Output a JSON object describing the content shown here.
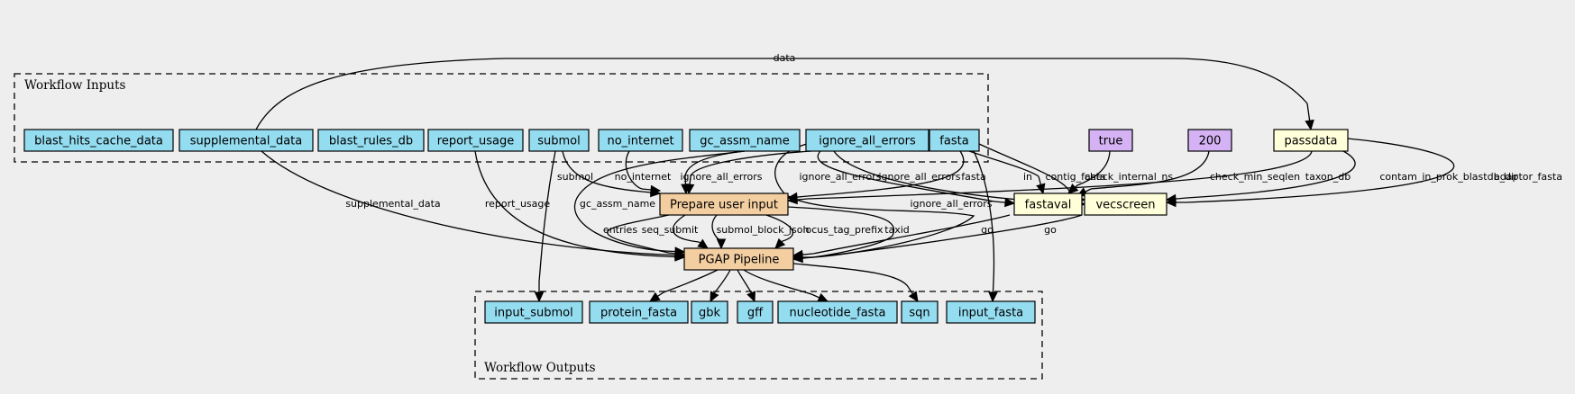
{
  "colors": {
    "background": "#eeeeee",
    "io": "#94dcf0",
    "step": "#f3cea1",
    "tool": "#ffffd9",
    "param": "#d4b2f4"
  },
  "clusters": {
    "inputs": {
      "label": "Workflow Inputs"
    },
    "outputs": {
      "label": "Workflow Outputs"
    }
  },
  "nodes": [
    {
      "id": "blast_hits_cache_data",
      "label": "blast_hits_cache_data",
      "kind": "io"
    },
    {
      "id": "supplemental_data",
      "label": "supplemental_data",
      "kind": "io"
    },
    {
      "id": "blast_rules_db",
      "label": "blast_rules_db",
      "kind": "io"
    },
    {
      "id": "report_usage",
      "label": "report_usage",
      "kind": "io"
    },
    {
      "id": "submol",
      "label": "submol",
      "kind": "io"
    },
    {
      "id": "no_internet",
      "label": "no_internet",
      "kind": "io"
    },
    {
      "id": "gc_assm_name",
      "label": "gc_assm_name",
      "kind": "io"
    },
    {
      "id": "ignore_all_errors",
      "label": "ignore_all_errors",
      "kind": "io"
    },
    {
      "id": "fasta",
      "label": "fasta",
      "kind": "io"
    },
    {
      "id": "true",
      "label": "true",
      "kind": "param"
    },
    {
      "id": "200",
      "label": "200",
      "kind": "param"
    },
    {
      "id": "passdata",
      "label": "passdata",
      "kind": "tool"
    },
    {
      "id": "prepare",
      "label": "Prepare user input",
      "kind": "step"
    },
    {
      "id": "fastaval",
      "label": "fastaval",
      "kind": "tool"
    },
    {
      "id": "vecscreen",
      "label": "vecscreen",
      "kind": "tool"
    },
    {
      "id": "pgap",
      "label": "PGAP Pipeline",
      "kind": "step"
    },
    {
      "id": "input_submol",
      "label": "input_submol",
      "kind": "io"
    },
    {
      "id": "protein_fasta",
      "label": "protein_fasta",
      "kind": "io"
    },
    {
      "id": "gbk",
      "label": "gbk",
      "kind": "io"
    },
    {
      "id": "gff",
      "label": "gff",
      "kind": "io"
    },
    {
      "id": "nucleotide_fasta",
      "label": "nucleotide_fasta",
      "kind": "io"
    },
    {
      "id": "sqn",
      "label": "sqn",
      "kind": "io"
    },
    {
      "id": "input_fasta",
      "label": "input_fasta",
      "kind": "io"
    }
  ],
  "edges": [
    {
      "id": "e-supp-passdata",
      "from": "supplemental_data",
      "to": "passdata",
      "label": "data"
    },
    {
      "id": "e-supp-pgap",
      "from": "supplemental_data",
      "to": "pgap",
      "label": "supplemental_data"
    },
    {
      "id": "e-report-pgap",
      "from": "report_usage",
      "to": "pgap",
      "label": "report_usage"
    },
    {
      "id": "e-submol-prepare",
      "from": "submol",
      "to": "prepare",
      "label": "submol"
    },
    {
      "id": "e-submol-out",
      "from": "submol",
      "to": "input_submol",
      "label": ""
    },
    {
      "id": "e-nointernet-prepare",
      "from": "no_internet",
      "to": "prepare",
      "label": "no_internet"
    },
    {
      "id": "e-gc-prepare",
      "from": "gc_assm_name",
      "to": "prepare",
      "label": ""
    },
    {
      "id": "e-gc-pgap",
      "from": "gc_assm_name",
      "to": "pgap",
      "label": "gc_assm_name"
    },
    {
      "id": "e-iae-prepare",
      "from": "ignore_all_errors",
      "to": "prepare",
      "label": "ignore_all_errors"
    },
    {
      "id": "e-iae-fastaval",
      "from": "ignore_all_errors",
      "to": "fastaval",
      "label": "ignore_all_errors"
    },
    {
      "id": "e-iae-vecscreen",
      "from": "ignore_all_errors",
      "to": "vecscreen",
      "label": "ignore_all_errors"
    },
    {
      "id": "e-iae-pgap",
      "from": "ignore_all_errors",
      "to": "pgap",
      "label": "ignore_all_errors"
    },
    {
      "id": "e-fasta-prepare",
      "from": "fasta",
      "to": "prepare",
      "label": "fasta"
    },
    {
      "id": "e-fasta-fastaval",
      "from": "fasta",
      "to": "fastaval",
      "label": "in"
    },
    {
      "id": "e-fasta-vecscreen",
      "from": "fasta",
      "to": "vecscreen",
      "label": "contig_fasta"
    },
    {
      "id": "e-fasta-out",
      "from": "fasta",
      "to": "input_fasta",
      "label": ""
    },
    {
      "id": "e-true-fastaval",
      "from": "true",
      "to": "fastaval",
      "label": "check_internal_ns"
    },
    {
      "id": "e-200-fastaval",
      "from": "200",
      "to": "fastaval",
      "label": "check_min_seqlen"
    },
    {
      "id": "e-passdata-prepare",
      "from": "passdata",
      "to": "prepare",
      "label": "taxon_db"
    },
    {
      "id": "e-passdata-vec1",
      "from": "passdata",
      "to": "vecscreen",
      "label": "contam_in_prok_blastdb_dir"
    },
    {
      "id": "e-passdata-vec2",
      "from": "passdata",
      "to": "vecscreen",
      "label": "adaptor_fasta"
    },
    {
      "id": "e-prep-entries",
      "from": "prepare",
      "to": "pgap",
      "label": "entries"
    },
    {
      "id": "e-prep-seqsubmit",
      "from": "prepare",
      "to": "pgap",
      "label": "seq_submit"
    },
    {
      "id": "e-prep-submolblock",
      "from": "prepare",
      "to": "pgap",
      "label": "submol_block_json"
    },
    {
      "id": "e-prep-locustag",
      "from": "prepare",
      "to": "pgap",
      "label": "locus_tag_prefix"
    },
    {
      "id": "e-prep-taxid",
      "from": "prepare",
      "to": "pgap",
      "label": "taxid"
    },
    {
      "id": "e-fastaval-pgap",
      "from": "fastaval",
      "to": "pgap",
      "label": "go"
    },
    {
      "id": "e-vecscreen-pgap",
      "from": "vecscreen",
      "to": "pgap",
      "label": "go"
    },
    {
      "id": "e-pgap-protein",
      "from": "pgap",
      "to": "protein_fasta",
      "label": ""
    },
    {
      "id": "e-pgap-gbk",
      "from": "pgap",
      "to": "gbk",
      "label": ""
    },
    {
      "id": "e-pgap-gff",
      "from": "pgap",
      "to": "gff",
      "label": ""
    },
    {
      "id": "e-pgap-nucl",
      "from": "pgap",
      "to": "nucleotide_fasta",
      "label": ""
    },
    {
      "id": "e-pgap-sqn",
      "from": "pgap",
      "to": "sqn",
      "label": ""
    }
  ]
}
